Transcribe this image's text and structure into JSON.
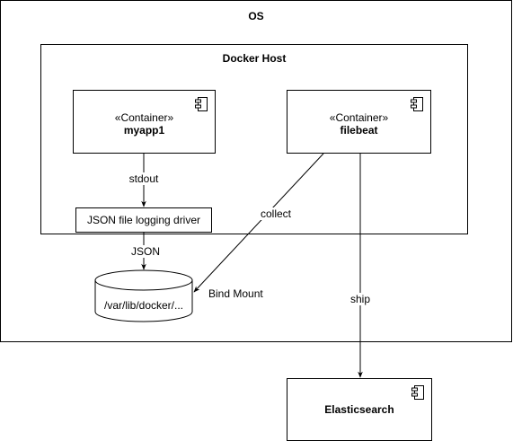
{
  "os": {
    "title": "OS"
  },
  "docker_host": {
    "title": "Docker Host"
  },
  "myapp1": {
    "stereotype": "«Container»",
    "name": "myapp1"
  },
  "filebeat": {
    "stereotype": "«Container»",
    "name": "filebeat"
  },
  "logging_driver": {
    "label": "JSON file logging driver"
  },
  "storage": {
    "label": "/var/lib/docker/..."
  },
  "elasticsearch": {
    "name": "Elasticsearch"
  },
  "edges": {
    "stdout": "stdout",
    "json": "JSON",
    "collect": "collect",
    "bind_mount": "Bind Mount",
    "ship": "ship"
  }
}
